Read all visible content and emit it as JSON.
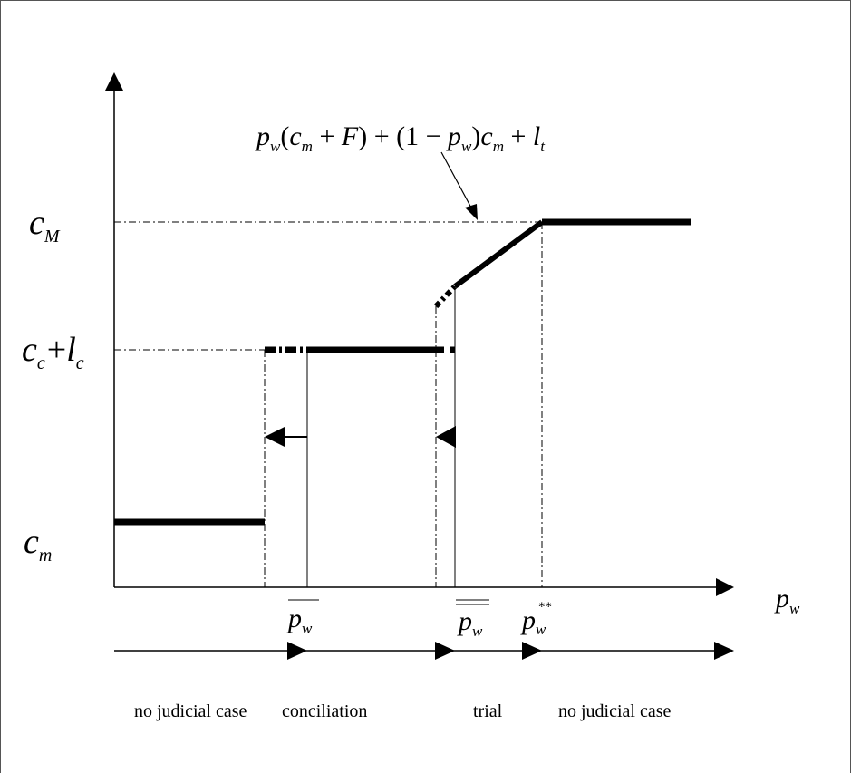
{
  "diagram": {
    "axes": {
      "x_label": {
        "base": "p",
        "sub": "w"
      },
      "y_labels": {
        "c_M": {
          "base": "c",
          "sub": "M"
        },
        "c_c_plus_l_c": {
          "base1": "c",
          "sub1": "c",
          "op": "+",
          "base2": "l",
          "sub2": "c"
        },
        "c_m": {
          "base": "c",
          "sub": "m"
        }
      }
    },
    "x_markers": {
      "p_bar": {
        "base": "p",
        "sub": "w"
      },
      "p_double_bar": {
        "base": "p",
        "sub": "w"
      },
      "p_star_star": {
        "base": "p",
        "sub": "w",
        "sup": "**"
      }
    },
    "formula": {
      "p1": "p",
      "s1": "w",
      "t1": "(",
      "c1": "c",
      "s2": "m",
      "t2": " + ",
      "F": "F",
      "t3": ") + ",
      "t4": "(1 − ",
      "p2": "p",
      "s3": "w",
      "t5": ")",
      "c2": "c",
      "s4": "m",
      "t6": " + ",
      "l": "l",
      "s5": "t"
    },
    "regions": [
      "no judicial case",
      "conciliation",
      "trial",
      "no judicial case"
    ]
  }
}
